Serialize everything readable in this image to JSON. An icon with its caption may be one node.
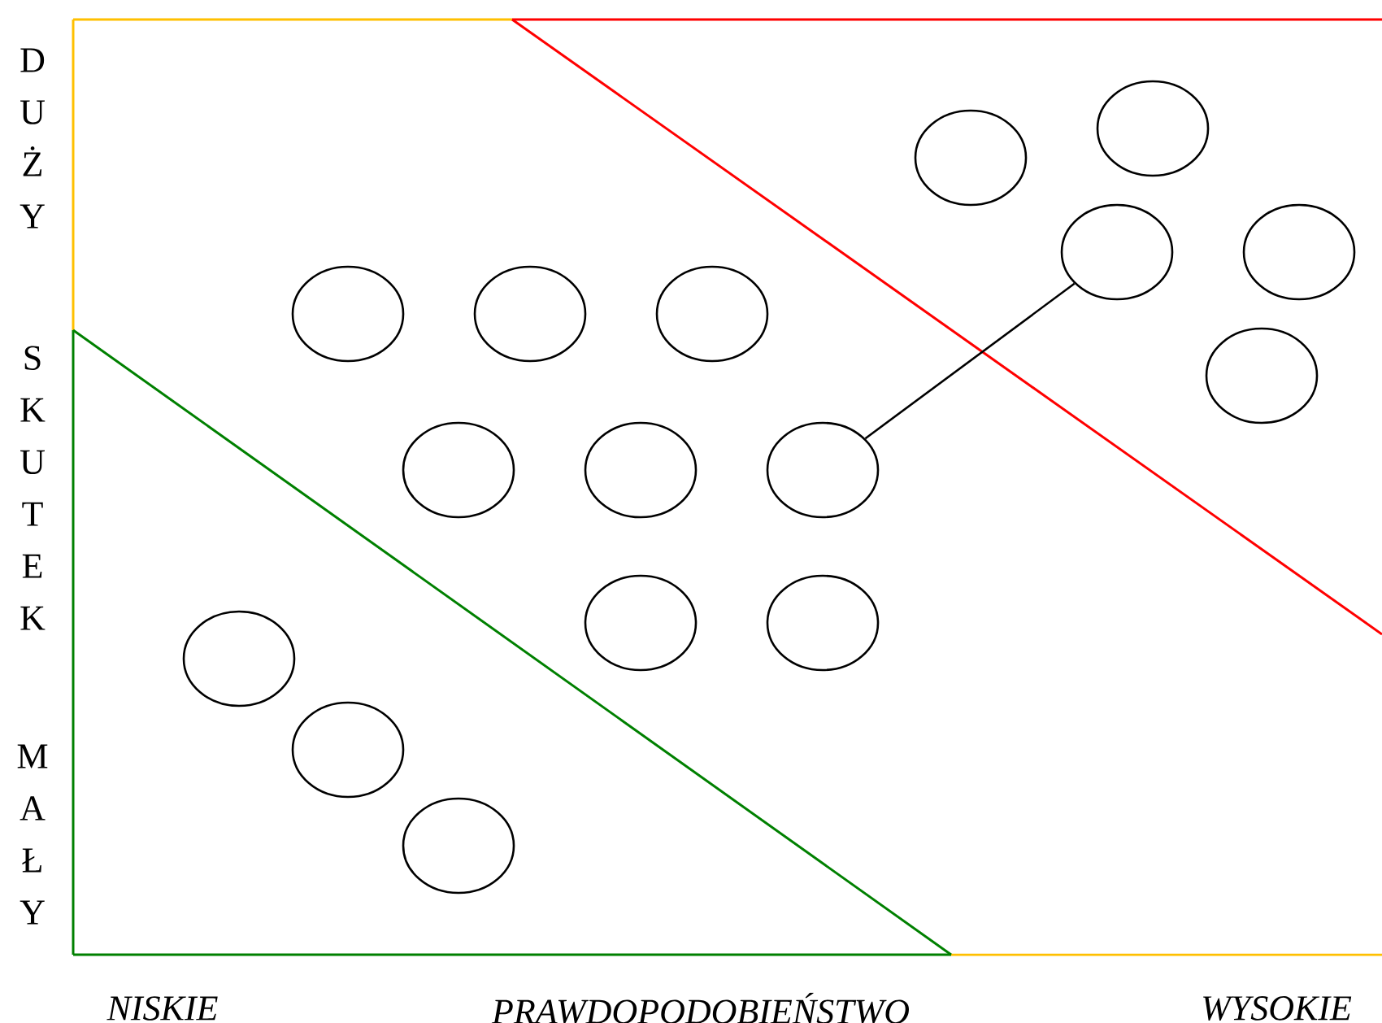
{
  "diagram": {
    "nodes": [
      {
        "text": [],
        "shape": "circle"
      },
      {
        "text": [],
        "shape": "circle"
      },
      {
        "text": [],
        "shape": "circle"
      },
      {
        "text": [],
        "shape": "circle"
      },
      {
        "text": [],
        "shape": "circle"
      },
      {
        "text": [],
        "shape": "circle"
      },
      {
        "text": [],
        "shape": "circle"
      },
      {
        "text": [],
        "shape": "circle"
      },
      {
        "text": [],
        "shape": "circle"
      },
      {
        "text": [],
        "shape": "circle"
      },
      {
        "text": [],
        "shape": "circle"
      },
      {
        "text": [],
        "shape": "circle"
      },
      {
        "text": [],
        "shape": "circle"
      },
      {
        "text": [],
        "shape": "circle"
      },
      {
        "text": [],
        "shape": "circle"
      },
      {
        "text": [],
        "shape": "circle"
      }
    ],
    "edges": [
      {
        "from": 10,
        "to": 2,
        "arrow": "none"
      }
    ],
    "labels": [
      "DUŻY",
      "SKUTEK",
      "MAŁY",
      "NISKIE",
      "PRAWDOPODOBIEŃSTWO",
      "WYSOKIE"
    ]
  }
}
